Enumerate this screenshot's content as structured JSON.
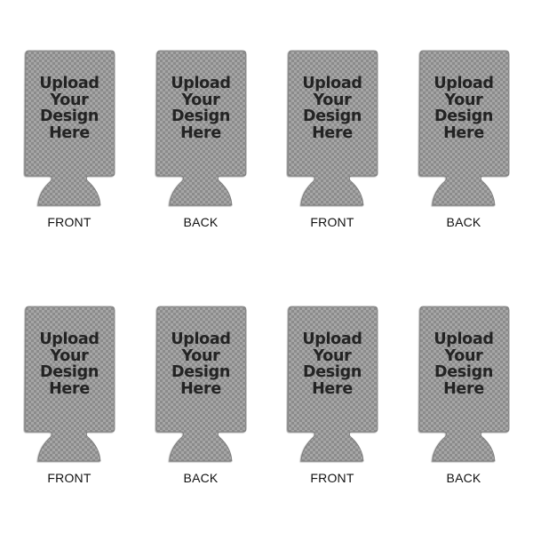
{
  "colors": {
    "checker_light": "#a5a5a5",
    "checker_dark": "#8a8a8a",
    "outline": "#6e6e6e",
    "text": "#232323",
    "label": "#111111"
  },
  "design_placeholder": {
    "line1": "Upload",
    "line2": "Your",
    "line3": "Design",
    "line4": "Here"
  },
  "rows": [
    {
      "panels": [
        {
          "label": "FRONT"
        },
        {
          "label": "BACK"
        },
        {
          "label": "FRONT"
        },
        {
          "label": "BACK"
        }
      ]
    },
    {
      "panels": [
        {
          "label": "FRONT"
        },
        {
          "label": "BACK"
        },
        {
          "label": "FRONT"
        },
        {
          "label": "BACK"
        }
      ]
    }
  ]
}
